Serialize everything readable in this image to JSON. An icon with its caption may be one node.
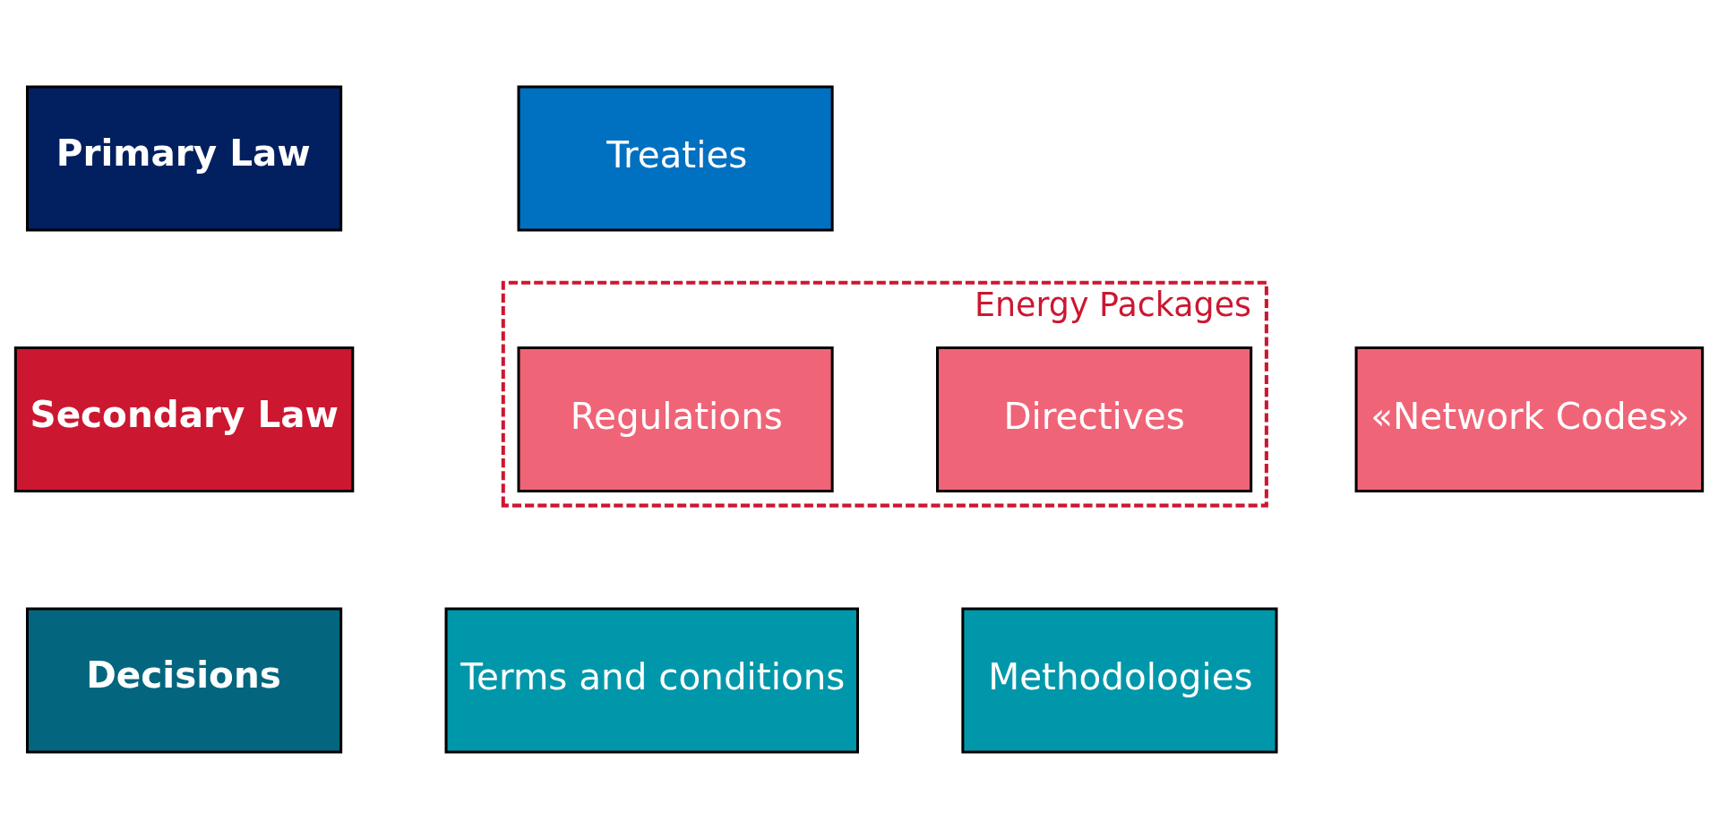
{
  "diagram": {
    "nodes": [
      {
        "text": [
          "Primary Law"
        ]
      },
      {
        "text": [
          "Treaties"
        ]
      },
      {
        "text": [
          "Secondary Law"
        ]
      },
      {
        "text": [
          "Energy Packages"
        ]
      },
      {
        "text": [
          "Regulations"
        ],
        "in": 3
      },
      {
        "text": [
          "Directives"
        ],
        "in": 3
      },
      {
        "text": [
          "«Network Codes»"
        ]
      },
      {
        "text": [
          "Decisions"
        ]
      },
      {
        "text": [
          "Terms and conditions"
        ]
      },
      {
        "text": [
          "Methodologies"
        ]
      }
    ],
    "edges": []
  }
}
